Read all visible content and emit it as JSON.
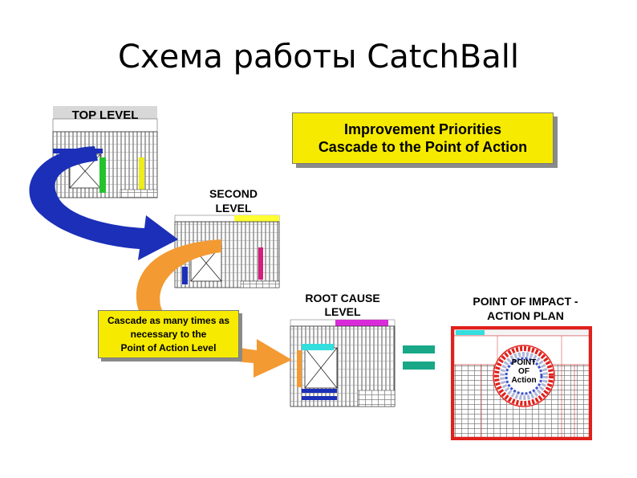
{
  "slide": {
    "title": "Схема работы CatchBall"
  },
  "levels": {
    "top": "TOP LEVEL",
    "second_line1": "SECOND",
    "second_line2": "LEVEL",
    "root_line1": "ROOT CAUSE",
    "root_line2": "LEVEL",
    "impact_line1": "POINT OF IMPACT -",
    "impact_line2": "ACTION PLAN"
  },
  "callouts": {
    "priorities_line1": "Improvement Priorities",
    "priorities_line2": "Cascade to the Point of Action",
    "cascade_line1": "Cascade as many times as",
    "cascade_line2": "necessary to the",
    "cascade_line3": "Point of Action Level"
  },
  "target": {
    "line1": "POINT",
    "line2": "OF",
    "line3": "Action"
  },
  "colors": {
    "blue_arrow": "#1b2fb8",
    "orange_arrow": "#f39a33",
    "callout_yellow": "#f6ea00",
    "equals_teal": "#18a888",
    "action_plan_border": "#e0201b"
  }
}
